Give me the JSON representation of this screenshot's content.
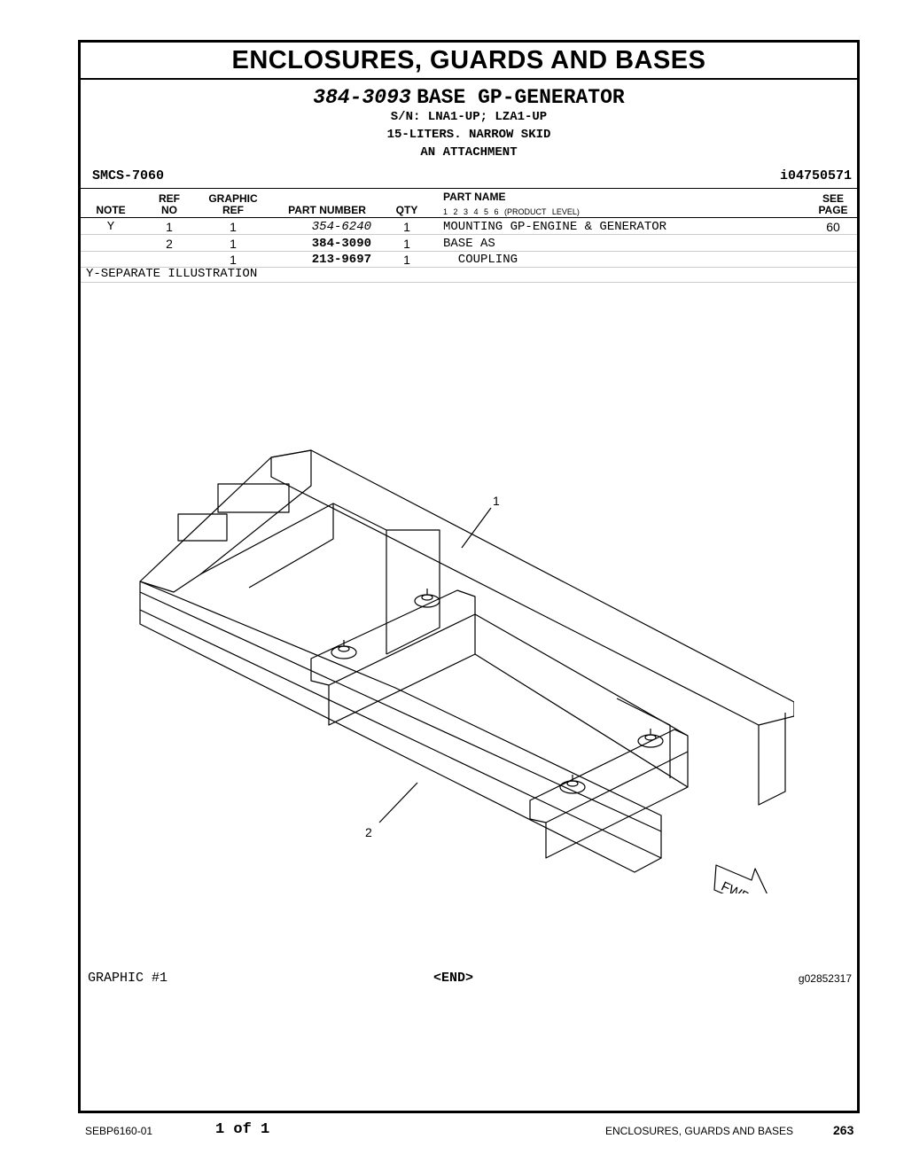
{
  "section_title": "ENCLOSURES, GUARDS AND BASES",
  "group": {
    "part_number": "384-3093",
    "name": "BASE GP-GENERATOR",
    "serial": "S/N: LNA1-UP; LZA1-UP",
    "note1": "15-LITERS. NARROW SKID",
    "note2": "AN ATTACHMENT"
  },
  "smcs": "SMCS-7060",
  "illustration_id": "i04750571",
  "columns": {
    "note": "NOTE",
    "ref_no_1": "REF",
    "ref_no_2": "NO",
    "graphic_ref_1": "GRAPHIC",
    "graphic_ref_2": "REF",
    "part_number": "PART NUMBER",
    "qty": "QTY",
    "part_name": "PART NAME",
    "levels": "1  2  3  4  5  6  (PRODUCT LEVEL)",
    "see_page_1": "SEE",
    "see_page_2": "PAGE"
  },
  "rows": [
    {
      "note": "Y",
      "ref_no": "1",
      "graphic_ref": "1",
      "part_number": "354-6240",
      "qty": "1",
      "part_name": "MOUNTING GP-ENGINE & GENERATOR",
      "see_page": "60"
    },
    {
      "note": "",
      "ref_no": "2",
      "graphic_ref": "1",
      "part_number": "384-3090",
      "qty": "1",
      "part_name": "BASE AS",
      "see_page": ""
    },
    {
      "note": "",
      "ref_no": "",
      "graphic_ref": "1",
      "part_number": "213-9697",
      "qty": "1",
      "part_name": "  COUPLING",
      "see_page": ""
    }
  ],
  "separate_note": "Y-SEPARATE ILLUSTRATION",
  "callouts": [
    "1",
    "2"
  ],
  "fwd_label": "FWD",
  "graphic_label": "GRAPHIC #1",
  "end_label": "<END>",
  "graphic_id": "g02852317",
  "page_footer": {
    "doc": "SEBP6160-01",
    "page_of": "1 of 1",
    "section": "ENCLOSURES, GUARDS AND BASES",
    "page_number": "263"
  }
}
